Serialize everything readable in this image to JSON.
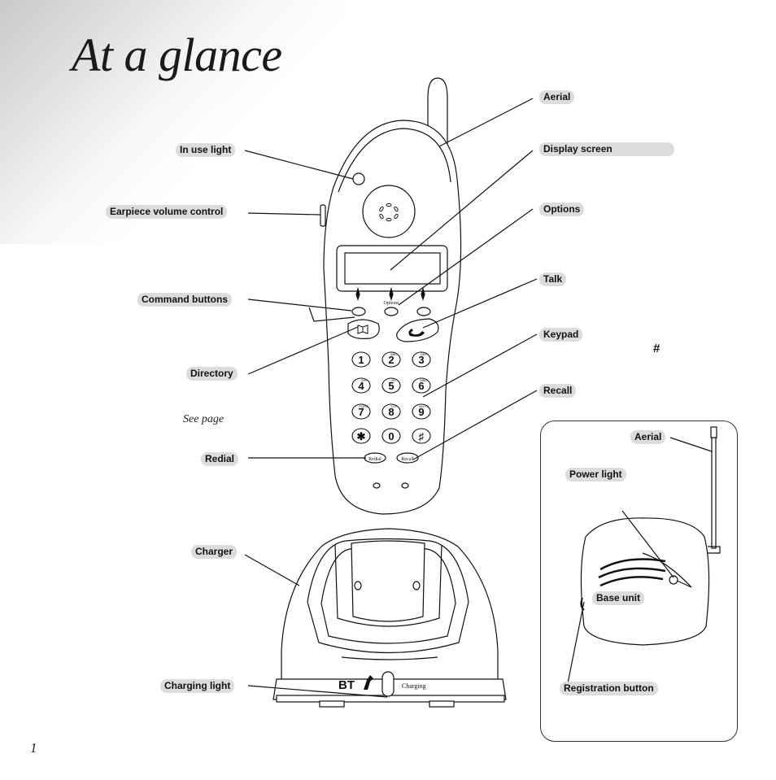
{
  "page": {
    "title": "At a glance",
    "page_number": "1"
  },
  "labels": {
    "aerial": "Aerial",
    "display_screen": "Display screen",
    "options": "Options",
    "talk": "Talk",
    "keypad": "Keypad",
    "recall": "Recall",
    "in_use_light": "In use light",
    "earpiece_volume": "Earpiece volume control",
    "command_buttons": "Command buttons",
    "directory": "Directory",
    "redial": "Redial",
    "charger": "Charger",
    "charging_light": "Charging light",
    "base_aerial": "Aerial",
    "power_light": "Power light",
    "base_unit": "Base unit",
    "registration_button": "Registration button"
  },
  "notes": {
    "hash": "#",
    "see_page": "See page"
  },
  "handset": {
    "options_text": "Options",
    "keys": [
      "1",
      "2",
      "3",
      "4",
      "5",
      "6",
      "7",
      "8",
      "9",
      "✱",
      "0",
      "♯"
    ],
    "key_letters": [
      "",
      "ABC",
      "DEF",
      "GHI",
      "JKL",
      "MNO",
      "PQRS",
      "TUV",
      "WXYZ",
      "",
      "",
      ""
    ],
    "redial_key": "Redial",
    "recall_key": "Recall"
  },
  "charger_unit": {
    "brand": "BT",
    "charging_text": "Charging"
  }
}
